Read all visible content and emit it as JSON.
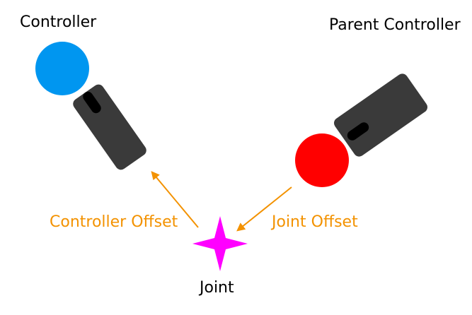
{
  "labels": {
    "controller": "Controller",
    "parent_controller": "Parent Controller",
    "controller_offset": "Controller Offset",
    "joint_offset": "Joint Offset",
    "joint": "Joint"
  },
  "colors": {
    "text": "#000000",
    "offset_text": "#f39200",
    "arrow": "#f39200",
    "controller_body": "#3a3a3a",
    "controller_button": "#000000",
    "controller_ball": "#0096f0",
    "parent_ball": "#ff0000",
    "joint_star": "#ff00ff"
  },
  "icons": {
    "controller": "motion-controller-icon",
    "parent_controller": "motion-controller-icon",
    "joint": "four-point-star-icon"
  }
}
